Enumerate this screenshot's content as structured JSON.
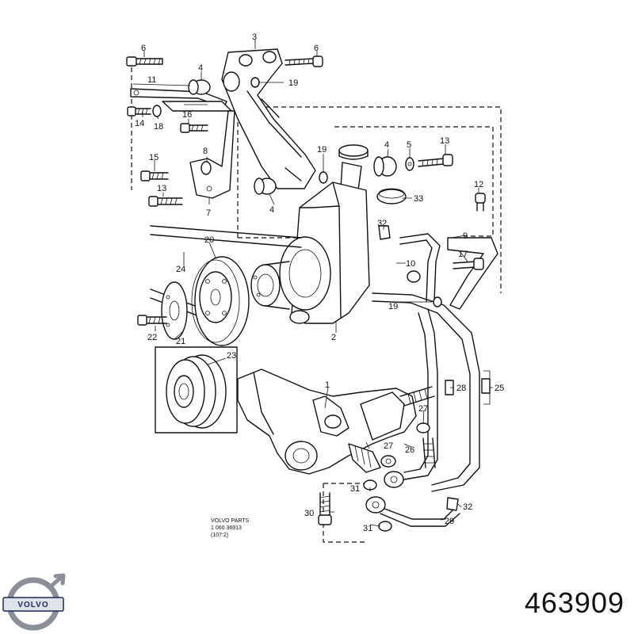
{
  "labels": {
    "l1": "1",
    "l2": "2",
    "l3": "3",
    "l4a": "4",
    "l4b": "4",
    "l4c": "4",
    "l5": "5",
    "l6a": "6",
    "l6b": "6",
    "l7": "7",
    "l8": "8",
    "l9": "9",
    "l10": "10",
    "l11": "11",
    "l12": "12",
    "l13a": "13",
    "l13b": "13",
    "l14": "14",
    "l15": "15",
    "l16": "16",
    "l17": "17",
    "l18": "18",
    "l19a": "19",
    "l19b": "19",
    "l19c": "19",
    "l20": "20",
    "l21": "21",
    "l22": "22",
    "l23": "23",
    "l24": "24",
    "l25": "25",
    "l26": "26",
    "l27a": "27",
    "l27b": "27",
    "l28": "28",
    "l29": "29",
    "l30": "30",
    "l31a": "31",
    "l31b": "31",
    "l32a": "32",
    "l32b": "32",
    "l33": "33"
  },
  "stamp": {
    "line1": "VOLVO  PARTS",
    "line2": "1  060    36913",
    "line3": "(107:2)"
  },
  "brand": {
    "logo_text": "VOLVO"
  },
  "part_number": "463909",
  "colors": {
    "ink": "#111111",
    "brand": "#1a2a5a",
    "logo_steel": "#8a8f99"
  }
}
